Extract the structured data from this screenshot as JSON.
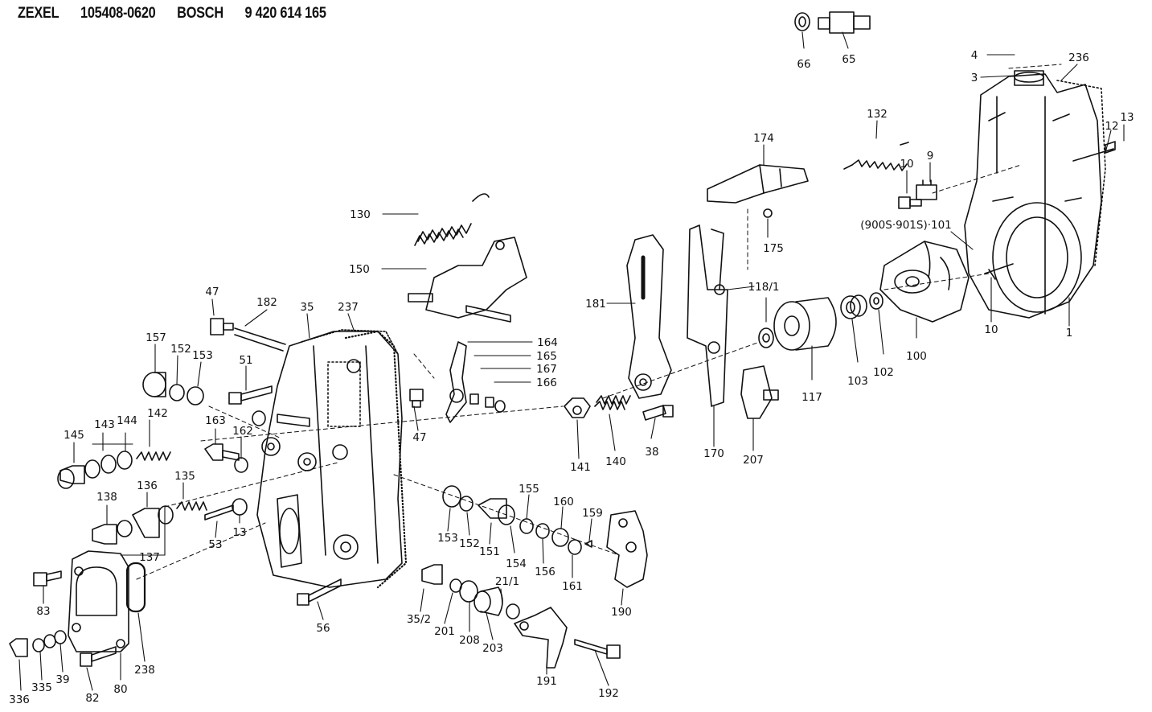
{
  "header": {
    "maker": "ZEXEL",
    "zexel_number": "105408-0620",
    "brand": "BOSCH",
    "bosch_number": "9 420 614 165"
  },
  "callouts": [
    "66",
    "65",
    "4",
    "3",
    "236",
    "13",
    "12",
    "132",
    "9",
    "174",
    "10",
    "130",
    "(900S·901S)·101",
    "175",
    "150",
    "118/1",
    "181",
    "47",
    "182",
    "35",
    "237",
    "1",
    "164",
    "165",
    "167",
    "157",
    "152",
    "153",
    "51",
    "166",
    "10",
    "100",
    "102",
    "103",
    "117",
    "142",
    "143",
    "144",
    "163",
    "162",
    "47",
    "145",
    "38",
    "141",
    "140",
    "170",
    "207",
    "135",
    "136",
    "138",
    "155",
    "160",
    "159",
    "13",
    "53",
    "153",
    "152",
    "151",
    "154",
    "156",
    "161",
    "137",
    "190",
    "83",
    "21/1",
    "35/2",
    "201",
    "208",
    "203",
    "56",
    "238",
    "39",
    "191",
    "335",
    "80",
    "82",
    "336",
    "192"
  ]
}
